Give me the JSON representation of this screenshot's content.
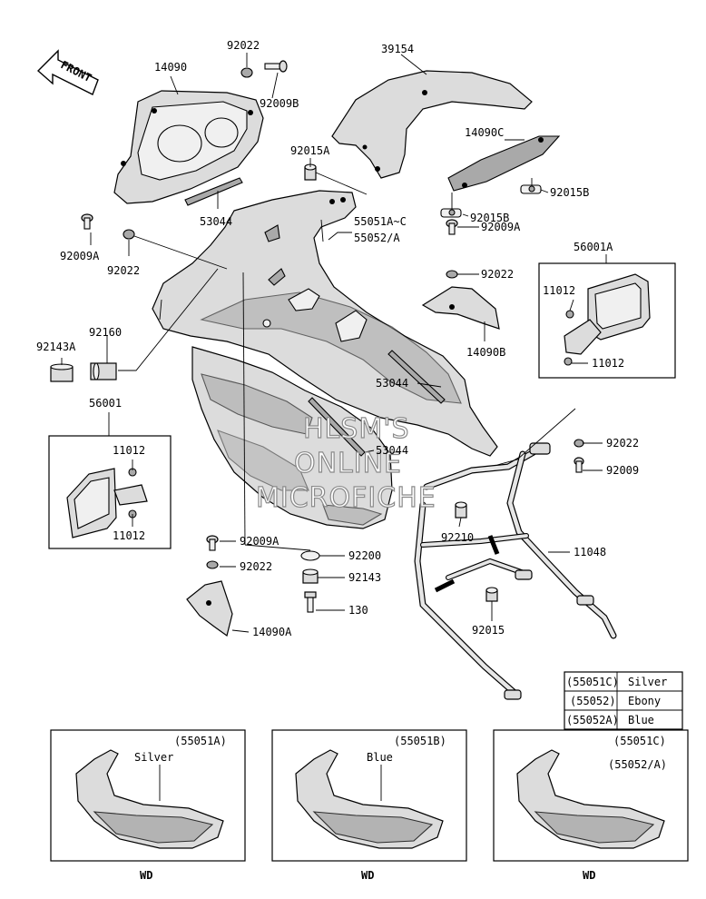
{
  "front_arrow": "FRONT",
  "watermark": [
    "HLSM'S",
    "ONLINE",
    "MICROFICHE"
  ],
  "labels": {
    "p14090": "14090",
    "p92022_a": "92022",
    "p92009b": "92009B",
    "p39154": "39154",
    "p92015a": "92015A",
    "p53044_a": "53044",
    "p92009a_a": "92009A",
    "p92022_b": "92022",
    "p55051": "55051A~C",
    "p55052": "55052/A",
    "p14090c": "14090C",
    "p92015b_a": "92015B",
    "p92015b_b": "92015B",
    "p92009a_b": "92009A",
    "p92022_c": "92022",
    "p14090b": "14090B",
    "p56001a": "56001A",
    "p11012_a": "11012",
    "p11012_b": "11012",
    "p92143a": "92143A",
    "p92160": "92160",
    "p56001": "56001",
    "p11012_c": "11012",
    "p11012_d": "11012",
    "p53044_b": "53044",
    "p53044_c": "53044",
    "p92022_d": "92022",
    "p92009": "92009",
    "p92210": "92210",
    "p11048": "11048",
    "p92009a_c": "92009A",
    "p92022_e": "92022",
    "p92200": "92200",
    "p92143": "92143",
    "p130": "130",
    "p14090a": "14090A",
    "p92015": "92015"
  },
  "color_table": [
    {
      "code": "(55051C)",
      "color": "Silver"
    },
    {
      "code": "(55052)",
      "color": "Ebony"
    },
    {
      "code": "(55052A)",
      "color": "Blue"
    }
  ],
  "variants": [
    {
      "code": "(55051A)",
      "code2": "",
      "color": "Silver",
      "foot": "WD"
    },
    {
      "code": "(55051B)",
      "code2": "",
      "color": "Blue",
      "foot": "WD"
    },
    {
      "code": "(55051C)",
      "code2": "(55052/A)",
      "color": "",
      "foot": "WD"
    }
  ]
}
